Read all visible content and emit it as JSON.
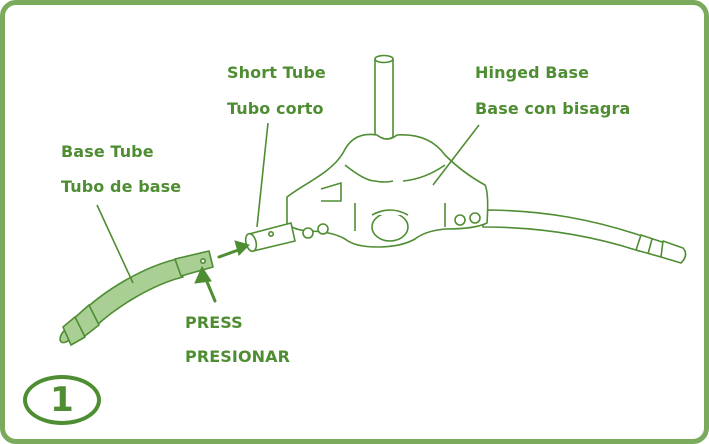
{
  "labels": {
    "short_tube_en": "Short Tube",
    "short_tube_es": "Tubo corto",
    "hinged_base_en": "Hinged Base",
    "hinged_base_es": "Base con bisagra",
    "base_tube_en": "Base Tube",
    "base_tube_es": "Tubo de base",
    "press_en": "PRESS",
    "press_es": "PRESIONAR"
  },
  "step": "1",
  "colors": {
    "border": "#7aab5c",
    "text": "#4f8d33",
    "line_art": "#4f8d33",
    "tube_fill": "#a9cf95",
    "arrow": "#4f8d33"
  }
}
